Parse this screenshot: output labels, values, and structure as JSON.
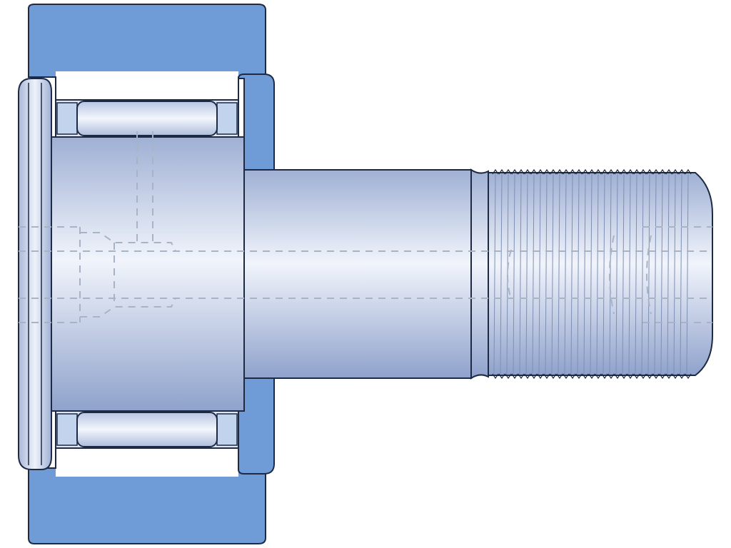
{
  "drawing": {
    "subject": "cam-follower-cross-section",
    "colors": {
      "background": "#ffffff",
      "outer_ring": "#6f9bd6",
      "outer_ring_dark": "#5f8bc8",
      "steel_light": "#eef2fa",
      "steel_mid": "#c9d5ec",
      "steel_dark": "#9fb0d4",
      "outline": "#1e2a44",
      "hidden_line": "#a8b3c6",
      "thread_line": "#7f8fb3"
    },
    "parts": [
      {
        "name": "outer-ring",
        "label": ""
      },
      {
        "name": "needle-roller-top",
        "label": ""
      },
      {
        "name": "needle-roller-bottom",
        "label": ""
      },
      {
        "name": "flange-washer",
        "label": ""
      },
      {
        "name": "stud-head",
        "label": ""
      },
      {
        "name": "stud-shank",
        "label": ""
      },
      {
        "name": "threaded-end",
        "label": ""
      }
    ]
  }
}
